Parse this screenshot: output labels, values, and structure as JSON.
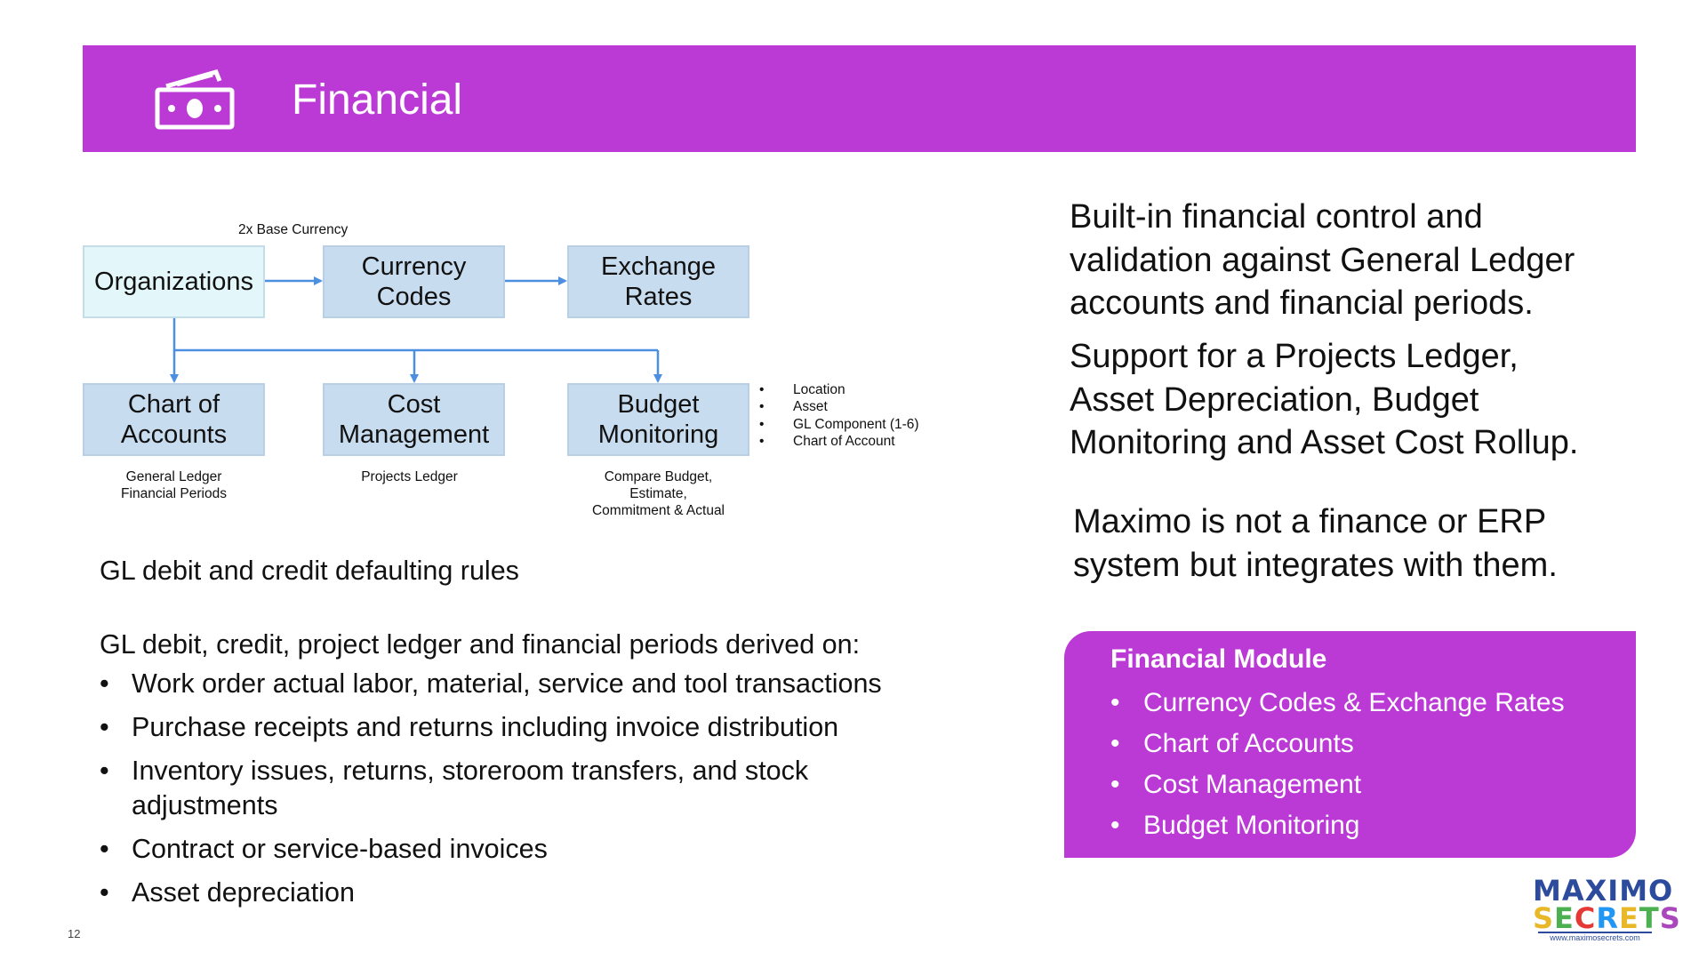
{
  "header": {
    "title": "Financial",
    "icon": "money-icon",
    "color": "#bb3ad6"
  },
  "diagram": {
    "annotation": "2x Base Currency",
    "boxes": {
      "organizations": "Organizations",
      "currency_codes_1": "Currency",
      "currency_codes_2": "Codes",
      "exchange_rates_1": "Exchange",
      "exchange_rates_2": "Rates",
      "chart_of_accounts_1": "Chart of",
      "chart_of_accounts_2": "Accounts",
      "cost_management_1": "Cost",
      "cost_management_2": "Management",
      "budget_monitoring_1": "Budget",
      "budget_monitoring_2": "Monitoring"
    },
    "captions": {
      "chart_1": "General Ledger",
      "chart_2": "Financial Periods",
      "cost_1": "Projects Ledger",
      "budget_1": "Compare Budget,",
      "budget_2": "Estimate,",
      "budget_3": "Commitment & Actual"
    },
    "budget_bullets": [
      "Location",
      "Asset",
      "GL Component (1-6)",
      "Chart of Account"
    ],
    "arrow_color": "#4a8fe0"
  },
  "right": {
    "p1": [
      "Built-in financial control and",
      "validation against General Ledger",
      "accounts and financial periods."
    ],
    "p2": [
      "Support for a Projects Ledger,",
      "Asset Depreciation, Budget",
      "Monitoring and Asset Cost Rollup."
    ],
    "p3": [
      "Maximo is not a finance or ERP",
      "system but integrates with them."
    ]
  },
  "left": {
    "gl_rules": "GL debit and credit defaulting rules",
    "derived_on": "GL debit, credit, project ledger and financial periods derived on:",
    "items": [
      "Work order actual labor, material, service and tool transactions",
      "Purchase receipts and returns including invoice distribution",
      "Inventory issues, returns, storeroom transfers, and stock adjustments",
      "Contract or service-based invoices",
      "Asset depreciation"
    ]
  },
  "module": {
    "title": "Financial Module",
    "items": [
      "Currency Codes & Exchange Rates",
      "Chart of Accounts",
      "Cost Management",
      "Budget Monitoring"
    ]
  },
  "page_number": "12",
  "logo": {
    "top": "MAXIMO",
    "bottom": "SECRETS",
    "url": "www.maximosecrets.com"
  }
}
